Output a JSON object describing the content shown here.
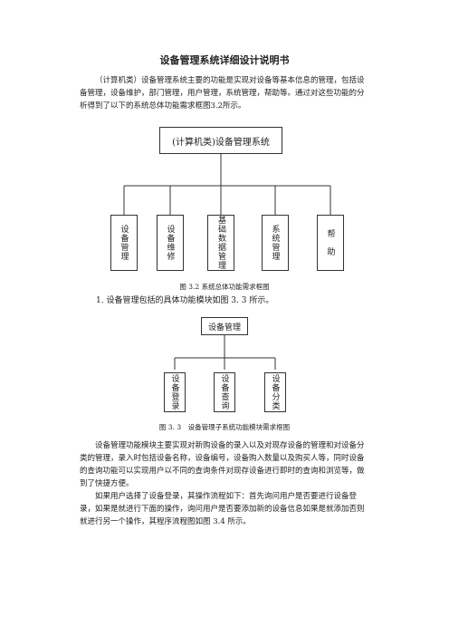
{
  "doc": {
    "title": "设备管理系统详细设计说明书",
    "intro": "（计算机类）设备管理系统主要的功能是实现对设备等基本信息的管理，包括设备管理，设备维护，部门管理，用户管理，系统管理，帮助等。通过对这些功能的分析得到了以下的系统总体功能需求框图3.2所示。",
    "fig1": {
      "root": "(计算机类)设备管理系统",
      "children": [
        "设备管理",
        "设备维修",
        "基础数据管理",
        "系统管理",
        "帮　助"
      ],
      "caption": "图 3.2 系统总体功能需求框图"
    },
    "para2": "1. 设备管理包括的具体功能模块如图 3. 3 所示。",
    "fig2": {
      "root": "设备管理",
      "children": [
        "设备登录",
        "设备查询",
        "设备分类"
      ],
      "caption": "图 3. 3　设备管理子系统功能模块需求框图"
    },
    "para3": "设备管理功能模块主要实现对新购设备的录入以及对现存设备的管理和对设备分类的管理，录入时包括设备名称，设备编号，设备购入数量以及购买人等，同时设备的查询功能可以实现用户以不同的查询条件对现存设备进行即时的查询和浏览等，做到了快捷方便。",
    "para4": "如果用户选择了设备登录，其操作流程如下：首先询问用户是否要进行设备登录，如果是就进行下面的操作，询问用户是否要添加新的设备信息如果是就添加否则就进行另一个操作，其程序流程图如图 3.4 所示。"
  }
}
